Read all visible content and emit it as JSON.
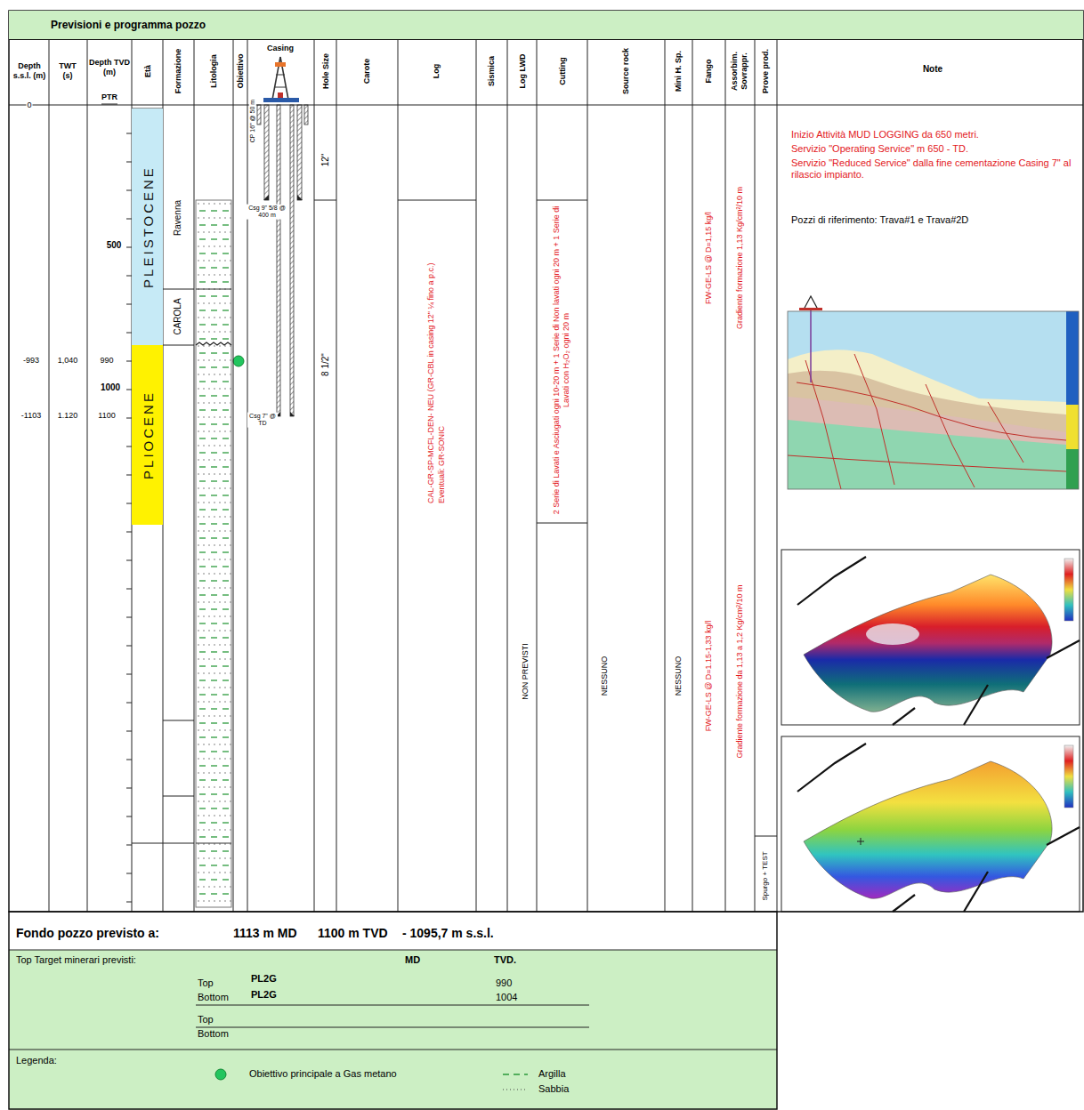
{
  "diagram": {
    "nodes": [
      {
        "text": [
          "Previsioni e programma pozzo"
        ]
      },
      {
        "text": [
          "PLEISTOCENE"
        ]
      },
      {
        "text": [
          "PLIOCENE"
        ]
      }
    ],
    "labels": [
      "Depth s.s.l. (m)",
      "TWT (s)",
      "Depth TVD (m)",
      "PTR",
      "Età",
      "Formazione",
      "Litologia",
      "Obiettivo",
      "Casing",
      "Hole Size",
      "Carote",
      "Log",
      "Sismica",
      "Log LWD",
      "Cutting",
      "Source rock",
      "Mini H. Sp.",
      "Fango",
      "Assorbim. Sovrappr.",
      "Prove prod.",
      "Note",
      "0",
      "500",
      "-993",
      "1,040",
      "990",
      "1000",
      "-1103",
      "1.120",
      "1100",
      "Ravenna",
      "CAROLA",
      "CP 16\" @ 50 m",
      "Csg 9\" 5/8 @ 400 m",
      "Csg 7\" @ TD",
      "12\"",
      "8 1/2\"",
      "CAL-GR-SP-MCFL-DEN- NEU (GR-CBL in casing 12\" ¼ fino a p.c.)",
      "Eventuali: GR-SONIC",
      "2 Serie di Lavati e Asciugati ogni 10-20 m + 1 Serie di Non lavati ogni 20 m + 1 Serie di Lavati con H₂O₂ ogni 20 m",
      "NON PREVISTI",
      "NESSUNO",
      "NESSUNO",
      "FW-GE-LS @ D=1,15 kg/l",
      "FW-GE-LS @ D=1.15-1,33 kg/l",
      "Gradiente formazione 1,13 Kg/cm²/10 m",
      "Gradiente formazione da 1,13 a 1,2 Kg/cm²/10 m",
      "Spurgo + TEST",
      "Inizio Attività MUD LOGGING da 650 metri.",
      "Servizio \"Operating Service\" m 650 - TD.",
      "Servizio \"Reduced Service\" dalla fine cementazione Casing 7\" al rilascio impianto.",
      "Pozzi di riferimento: Trava#1 e Trava#2D",
      "Fondo pozzo previsto a:",
      "1113 m MD",
      "1100 m TVD",
      "- 1095,7 m s.s.l.",
      "Top Target minerari previsti:",
      "MD",
      "TVD.",
      "Top",
      "PL2G",
      "990",
      "Bottom",
      "PL2G",
      "1004",
      "Top",
      "Bottom",
      "Legenda:"
    ],
    "legend": [
      {
        "text": "Obiettivo principale a Gas metano",
        "color": "#22c55e"
      },
      {
        "text": "Argilla"
      },
      {
        "text": "Sabbia"
      }
    ]
  }
}
